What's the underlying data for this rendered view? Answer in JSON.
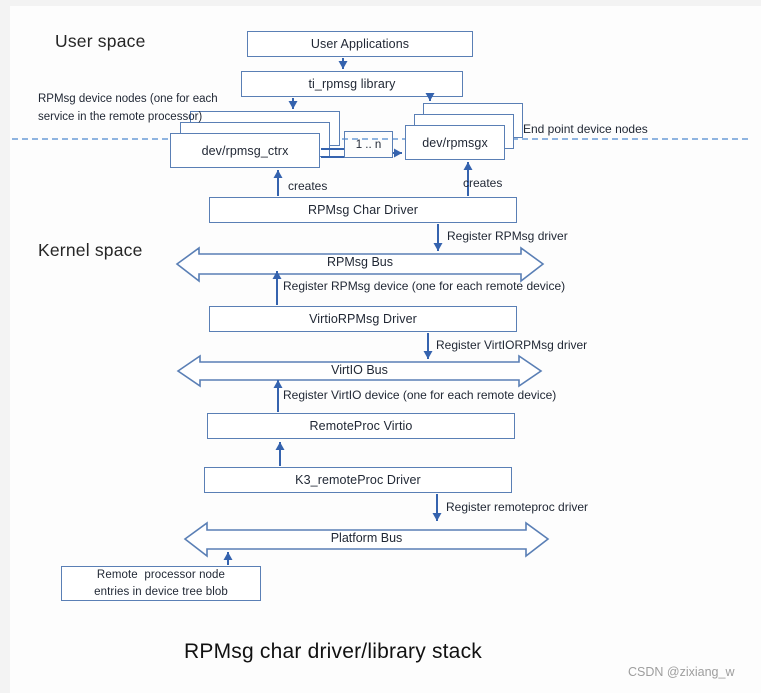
{
  "labels": {
    "user_space": "User space",
    "kernel_space": "Kernel space",
    "device_nodes_note": "RPMsg device nodes (one for each service in the remote processor)",
    "endpoint_note": "End point device nodes",
    "creates_left": "creates",
    "creates_right": "creates",
    "multiplicity": "1 .. n",
    "register_rpmsg_driver": "Register RPMsg driver",
    "register_rpmsg_device": "Register RPMsg device (one for each remote device)",
    "register_virtiorpmsg_driver": "Register VirtIORPMsg driver",
    "register_virtio_device": "Register VirtIO device (one for each remote device)",
    "register_remoteproc_driver": "Register remoteproc driver"
  },
  "boxes": {
    "user_applications": "User Applications",
    "ti_rpmsg_library": "ti_rpmsg library",
    "dev_rpmsg_ctrx": "dev/rpmsg_ctrx",
    "dev_rpmsgx": "dev/rpmsgx",
    "rpmsg_char_driver": "RPMsg Char Driver",
    "virtio_rpmsg_driver": "VirtioRPMsg Driver",
    "remoteproc_virtio": "RemoteProc Virtio",
    "k3_remoteproc_driver": "K3_remoteProc Driver",
    "device_tree_line1": "Remote  processor node",
    "device_tree_line2": "entries in device tree blob"
  },
  "buses": {
    "rpmsg_bus": "RPMsg Bus",
    "virtio_bus": "VirtIO Bus",
    "platform_bus": "Platform Bus"
  },
  "footer": {
    "title": "RPMsg char driver/library stack",
    "watermark": "CSDN @zixiang_w"
  },
  "colors": {
    "box_border": "#5a7fb5",
    "arrow": "#3563ae",
    "dashed_line": "#8fb4e0",
    "text": "#1f2633",
    "title": "#111111",
    "watermark": "#9e9e9e"
  }
}
